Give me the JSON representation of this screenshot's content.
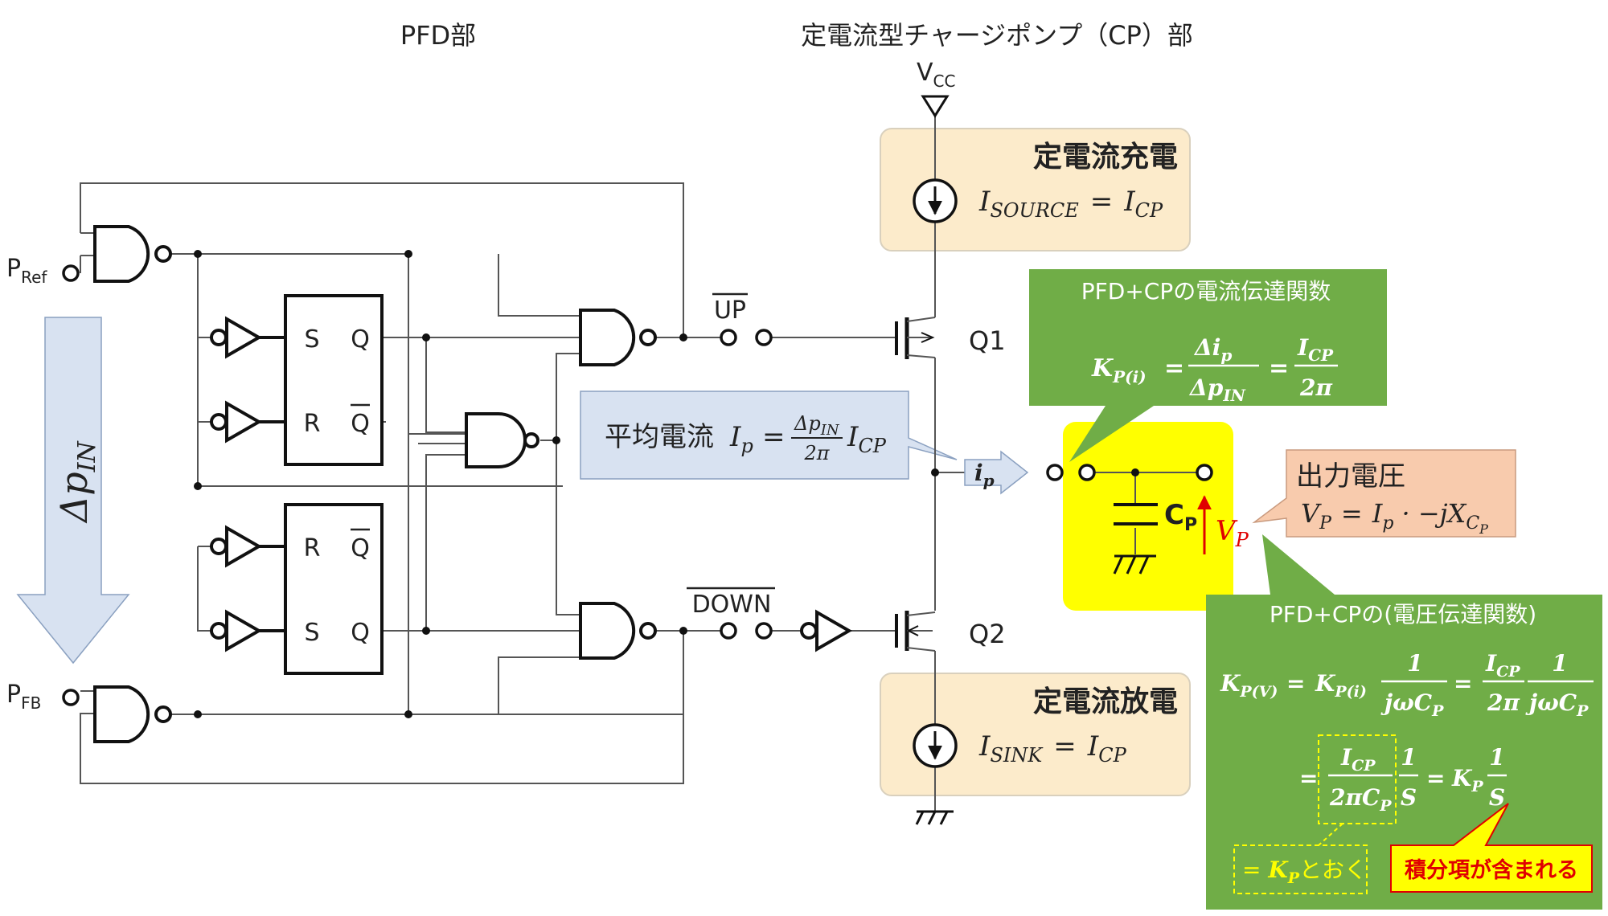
{
  "headings": {
    "pfd": "PFD部",
    "cp": "定電流型チャージポンプ（CP）部"
  },
  "supply": {
    "vcc_main": "V",
    "vcc_sub": "CC"
  },
  "inputs": {
    "pref_main": "P",
    "pref_sub": "Ref",
    "pfb_main": "P",
    "pfb_sub": "FB",
    "delta_p": "Δp",
    "delta_p_sub": "IN"
  },
  "flipflops": {
    "top": {
      "s": "S",
      "q": "Q",
      "r": "R",
      "qbar": "Q"
    },
    "bottom": {
      "r": "R",
      "qbar": "Q",
      "s": "S",
      "q": "Q"
    }
  },
  "signals": {
    "up": "UP",
    "down": "DOWN",
    "ip": "i",
    "ip_sub": "p"
  },
  "transistors": {
    "q1": "Q1",
    "q2": "Q2"
  },
  "charge_box": {
    "title": "定電流充電",
    "formula_lhs": "I",
    "formula_lhs_sub": "SOURCE",
    "formula_eq": "=",
    "formula_rhs": "I",
    "formula_rhs_sub": "CP"
  },
  "discharge_box": {
    "title": "定電流放電",
    "formula_lhs": "I",
    "formula_lhs_sub": "SINK",
    "formula_eq": "=",
    "formula_rhs": "I",
    "formula_rhs_sub": "CP"
  },
  "avg_current": {
    "label": "平均電流",
    "ip": "I",
    "ip_sub": "p",
    "eq": "=",
    "num": "Δp",
    "num_sub": "IN",
    "den": "2π",
    "icp": "I",
    "icp_sub": "CP"
  },
  "capacitor": {
    "label": "C",
    "label_sub": "P",
    "vp": "V",
    "vp_sub": "P"
  },
  "output_voltage": {
    "title": "出力電圧",
    "vp": "V",
    "vp_sub": "P",
    "eq": "=",
    "ip": "I",
    "ip_sub": "p",
    "rest": "· −jX",
    "rest_sub": "C",
    "rest_subsub": "P"
  },
  "current_tf": {
    "title": "PFD+CPの電流伝達関数",
    "k": "K",
    "k_sub": "P(i)",
    "eq": "=",
    "num1": "Δi",
    "num1_sub": "p",
    "den1": "Δp",
    "den1_sub": "IN",
    "num2": "I",
    "num2_sub": "CP",
    "den2": "2π"
  },
  "voltage_tf": {
    "title": "PFD+CPの(電圧伝達関数)",
    "k": "K",
    "k_sub": "P(V)",
    "eq": "=",
    "k2": "K",
    "k2_sub": "P(i)",
    "one": "1",
    "jwc": "jωC",
    "jwc_sub": "P",
    "icp": "I",
    "icp_sub": "CP",
    "two_pi": "2π",
    "two_pi_c": "2πC",
    "two_pi_c_sub": "P",
    "s": "S",
    "kp": "K",
    "kp_sub": "P",
    "note_kp_prefix": "= ",
    "note_kp": "K",
    "note_kp_sub": "P",
    "note_kp_suffix": "とおく",
    "note_integral": "積分項が含まれる"
  },
  "colors": {
    "cream": "#FCEBCB",
    "lightblue": "#D8E2F1",
    "green": "#70AD47",
    "yellow": "#FFFF00",
    "salmon": "#F8CBAD",
    "red": "#E00000"
  }
}
